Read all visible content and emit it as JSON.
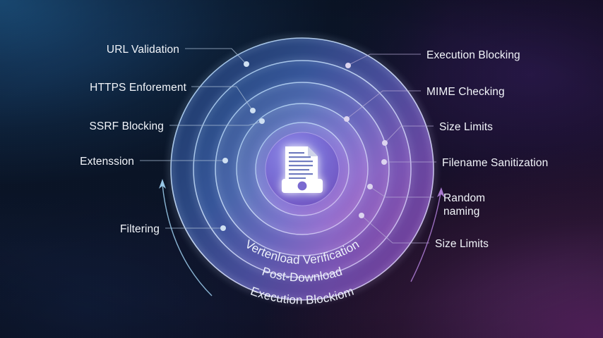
{
  "diagram": {
    "title_hidden": "",
    "center": {
      "icon": "document-download-icon"
    },
    "colors": {
      "background_top_left": "#1d5484",
      "background_bottom_right": "#5c2366",
      "ring_blue": "#3b5fa8",
      "ring_purple": "#8667c6",
      "ring_stroke": "#bcd4f0",
      "label_text": "#f2f5fa",
      "connector_left": "#a9bdd6",
      "connector_right": "#b6a9d6",
      "arrow_left": "#9fd0f0",
      "arrow_right": "#b07fd8"
    },
    "left_labels": [
      {
        "text": "URL Validation"
      },
      {
        "text": "HTTPS Enforement"
      },
      {
        "text": "SSRF Blocking"
      },
      {
        "text": "Extenssion"
      },
      {
        "text": "Filtering"
      }
    ],
    "right_labels": [
      {
        "text": "Execution Blocking"
      },
      {
        "text": "MIME Checking"
      },
      {
        "text": "Size Limits"
      },
      {
        "text": "Filename Sanitization"
      },
      {
        "text": "Random"
      },
      {
        "text": "naming"
      },
      {
        "text": "Size Limits"
      }
    ],
    "arc_labels": [
      {
        "text": "Vertenload Verification"
      },
      {
        "text": "Post-Download"
      },
      {
        "text": "Execution Blockiom"
      }
    ],
    "arrows": [
      {
        "name": "left-progress-arrow",
        "direction": "up"
      },
      {
        "name": "right-progress-arrow",
        "direction": "up"
      }
    ]
  }
}
